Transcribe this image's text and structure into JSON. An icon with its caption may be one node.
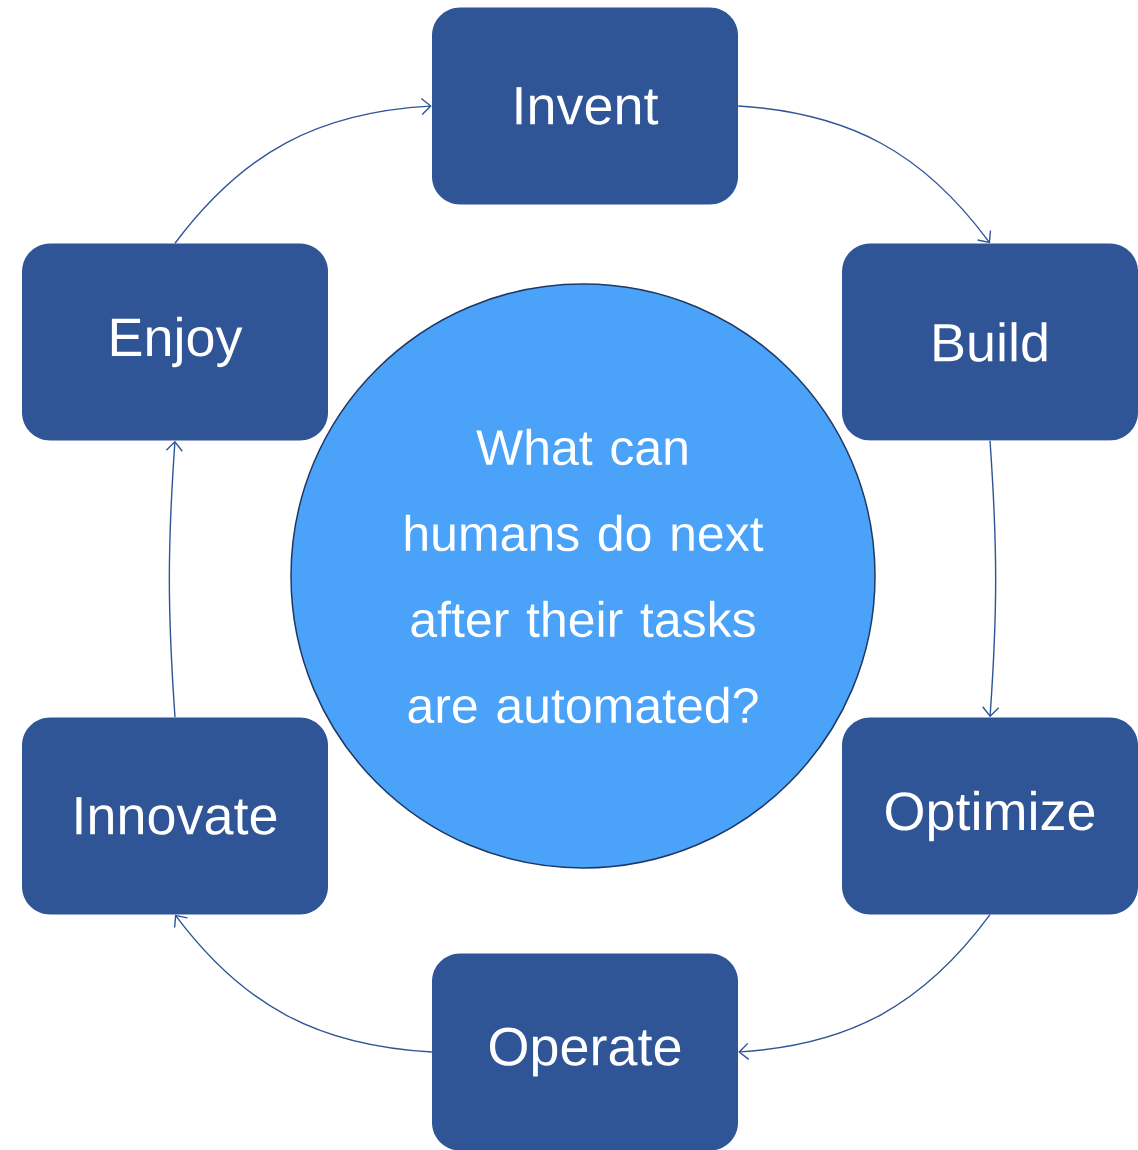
{
  "diagram": {
    "nodes": [
      {
        "text": [
          "Invent"
        ]
      },
      {
        "text": [
          "Enjoy"
        ]
      },
      {
        "text": [
          "Build"
        ]
      },
      {
        "text": [
          "What can humans do next after their tasks are automated?"
        ]
      },
      {
        "text": [
          "Innovate"
        ]
      },
      {
        "text": [
          "Optimize"
        ]
      },
      {
        "text": [
          "Operate"
        ]
      }
    ],
    "edges": [
      {
        "from": 0,
        "to": 2,
        "arrow": "to"
      },
      {
        "from": 2,
        "to": 5,
        "arrow": "to"
      },
      {
        "from": 5,
        "to": 6,
        "arrow": "to"
      },
      {
        "from": 6,
        "to": 4,
        "arrow": "to"
      },
      {
        "from": 4,
        "to": 1,
        "arrow": "to"
      },
      {
        "from": 1,
        "to": 0,
        "arrow": "to"
      }
    ]
  }
}
